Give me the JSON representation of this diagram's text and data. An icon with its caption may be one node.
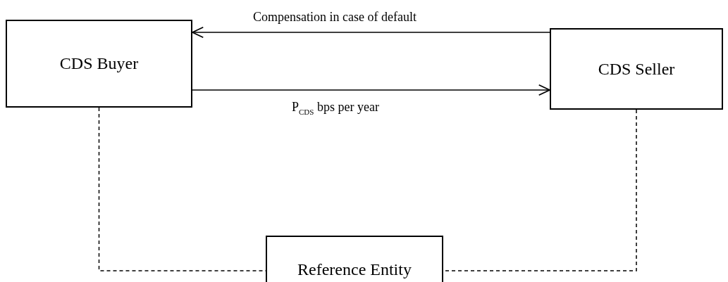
{
  "diagram": {
    "nodes": [
      {
        "text": [
          "CDS Buyer"
        ]
      },
      {
        "text": [
          "CDS Seller"
        ]
      },
      {
        "text": [
          "Reference Entity"
        ]
      }
    ],
    "edges": [
      {
        "from": 1,
        "to": 0,
        "arrow": "to",
        "label": "Compensation in case of default"
      },
      {
        "from": 0,
        "to": 1,
        "arrow": "to",
        "label": "P$_{CDS}$ bps per year"
      },
      {
        "from": 0,
        "to": 2,
        "arrow": "none",
        "style": "dashed"
      },
      {
        "from": 1,
        "to": 2,
        "arrow": "none",
        "style": "dashed"
      }
    ]
  }
}
